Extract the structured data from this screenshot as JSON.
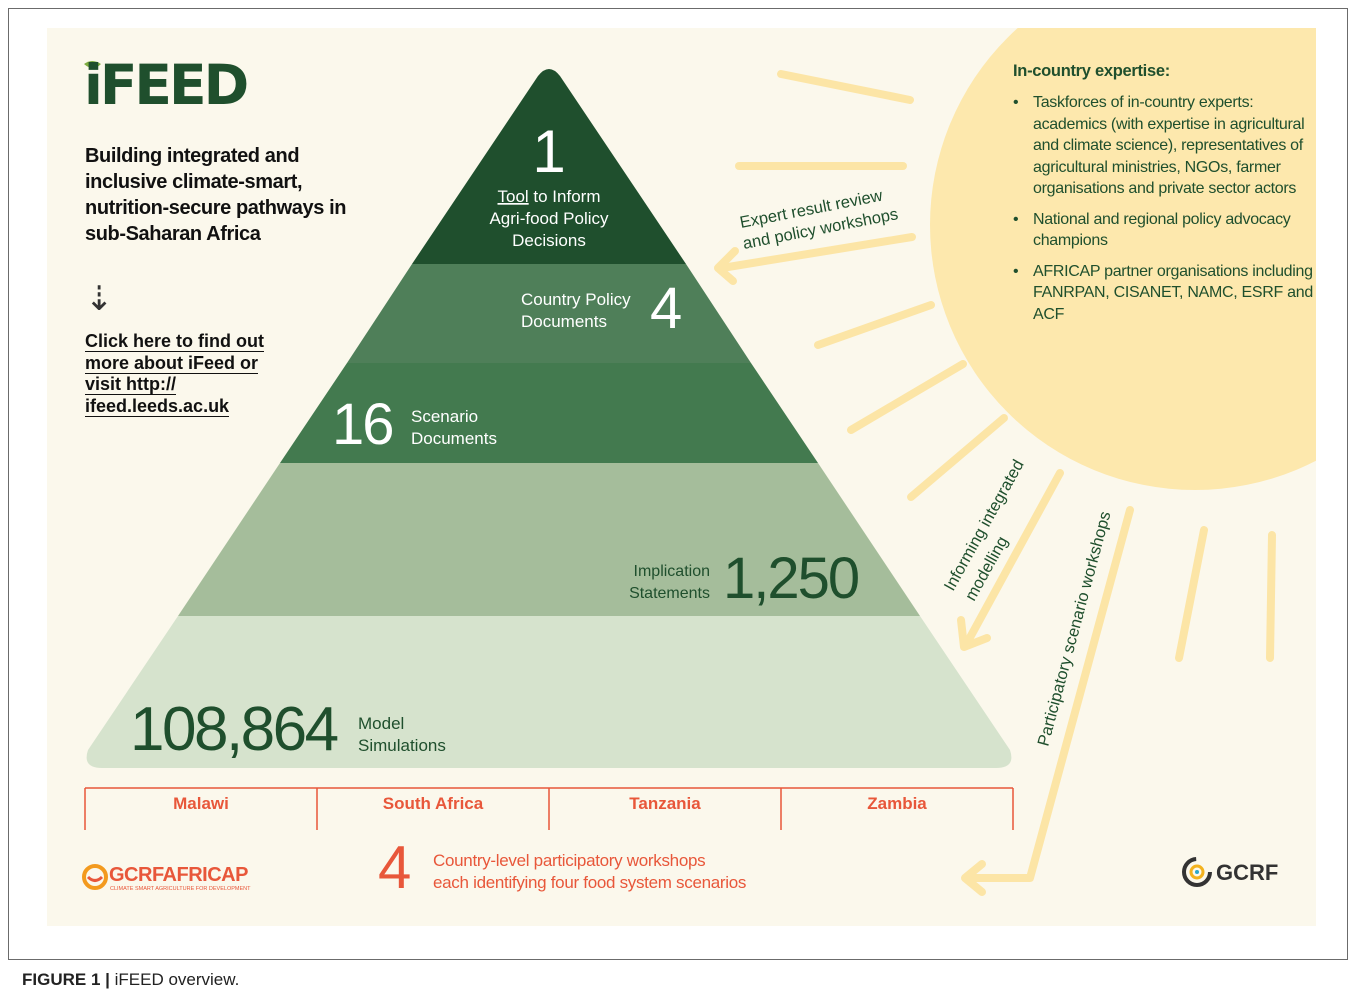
{
  "brand": {
    "logo": "iFEED",
    "subtitle": "Building integrated and inclusive climate-smart, nutrition-secure pathways in sub-Saharan Africa",
    "link_text": "Click here to find out more about iFeed or visit http:// ifeed.leeds.ac.uk"
  },
  "pyramid": {
    "tier1": {
      "number": "1",
      "line1_link": "Tool",
      "line1_rest": " to Inform",
      "line2": "Agri-food Policy",
      "line3": "Decisions"
    },
    "tier2": {
      "number": "4",
      "line1": "Country Policy",
      "line2": "Documents"
    },
    "tier3": {
      "number": "16",
      "line1": "Scenario",
      "line2": "Documents"
    },
    "tier4": {
      "number": "1,250",
      "line1": "Implication",
      "line2": "Statements"
    },
    "tier5": {
      "number": "108,864",
      "line1": "Model",
      "line2": "Simulations"
    }
  },
  "arrows": {
    "expert_review_1": "Expert result review",
    "expert_review_2": "and policy workshops",
    "informing_1": "Informing integrated",
    "informing_2": "modelling",
    "participatory": "Participatory scenario workshops"
  },
  "expertise": {
    "title": "In-country expertise:",
    "items": [
      "Taskforces of in-country experts: academics (with expertise in agricultural and climate science), representatives of agricultural ministries, NGOs, farmer organisations and private sector actors",
      "National and regional policy advocacy champions",
      "AFRICAP partner organisations including FANRPAN, CISANET, NAMC, ESRF and ACF"
    ]
  },
  "countries": [
    "Malawi",
    "South Africa",
    "Tanzania",
    "Zambia"
  ],
  "workshops": {
    "number": "4",
    "line1": "Country-level participatory workshops",
    "line2": "each identifying four food system scenarios"
  },
  "logos": {
    "gcrfafricap": "GCRFAFRICAP",
    "gcrfafricap_tagline": "CLIMATE SMART AGRICULTURE FOR DEVELOPMENT",
    "gcrf": "GCRF"
  },
  "caption": {
    "label": "FIGURE 1 |",
    "text": " iFEED overview."
  },
  "colors": {
    "panel_bg": "#fbf8ec",
    "tier1": "#1f4f2d",
    "tier2": "#4f7f59",
    "tier3": "#437a4f",
    "tier4": "#a5bd9b",
    "tier5": "#d6e3cd",
    "sun": "#fde8ad",
    "ray": "#fce5a6",
    "orange": "#e8573a",
    "dark_green": "#1f4f2d"
  }
}
